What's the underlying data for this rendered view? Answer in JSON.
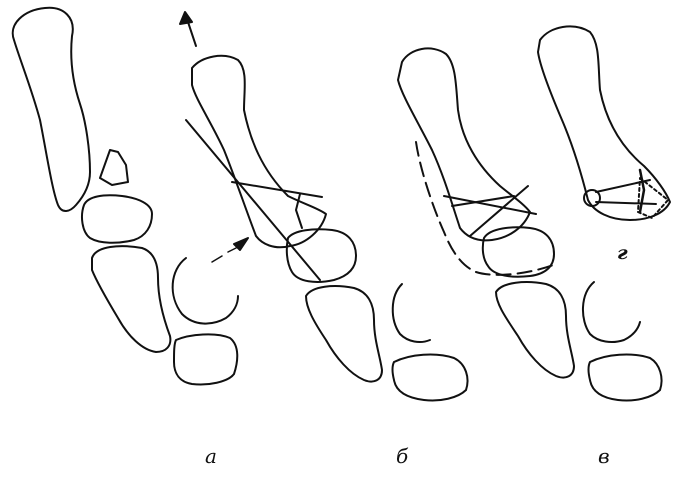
{
  "labels": {
    "a": "а",
    "b": "б",
    "v": "в",
    "g": "г"
  },
  "colors": {
    "ink": "#111111",
    "paper": "#ffffff"
  },
  "icons": [
    "arrow-icon"
  ]
}
